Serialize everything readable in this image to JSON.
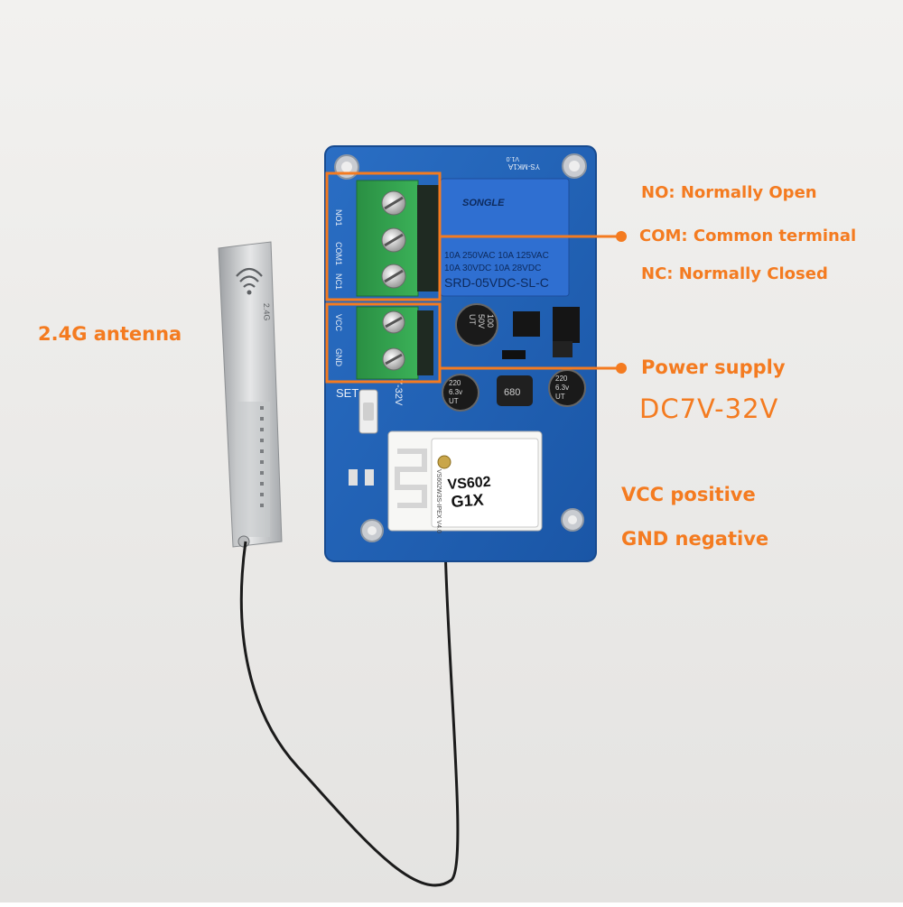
{
  "callouts": {
    "no": "NO: Normally Open",
    "com": "COM: Common terminal",
    "nc": "NC: Normally Closed",
    "antenna": "2.4G antenna",
    "power": "Power supply",
    "voltage": "DC7V-32V",
    "vcc": "VCC positive",
    "gnd": "GND negative"
  },
  "board": {
    "silk_top": "YS-MK1A",
    "silk_ver": "V1.0",
    "set_label": "SET",
    "range_label": "7-32V",
    "terminal_labels": [
      "NO1",
      "COM1",
      "NC1",
      "VCC",
      "GND"
    ],
    "relay": {
      "brand": "SONGLE",
      "rating1": "10A 250VAC  10A 125VAC",
      "rating2": "10A 30VDC  10A 28VDC",
      "model": "SRD-05VDC-SL-C"
    },
    "cap_large": [
      "100",
      "50V",
      "UT"
    ],
    "cap_small": [
      "220",
      "6.3v",
      "UT"
    ],
    "inductor": "680",
    "module": {
      "line1": "VS602",
      "line2": "G1X",
      "side": "VS602W3S-IPEX V4.0"
    },
    "antenna_mark": "2.4G"
  },
  "colors": {
    "accent": "#f47b20",
    "pcb": "#1d5fb5",
    "terminal": "#2e9e4a",
    "relay": "#2f6fd1"
  }
}
